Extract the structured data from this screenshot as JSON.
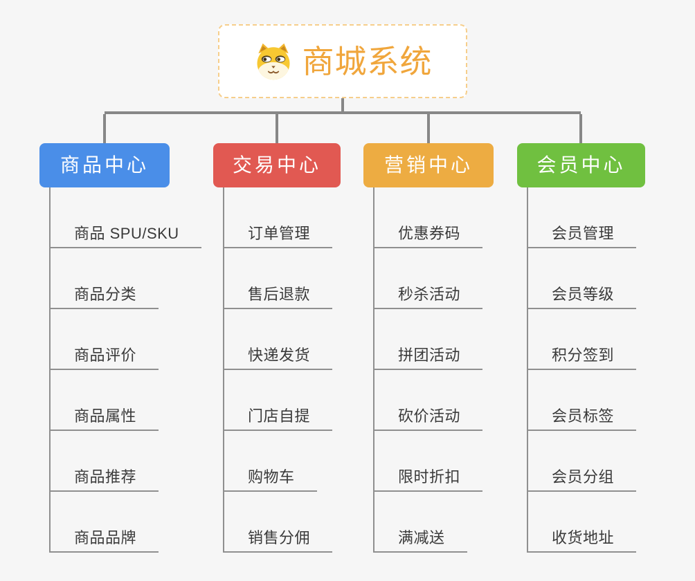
{
  "root": {
    "title": "商城系统",
    "icon": "dog-logo-icon",
    "accent_color": "#f0a63c",
    "border_color": "#f6ce8b"
  },
  "connector_color": "#878787",
  "branches": [
    {
      "label": "商品中心",
      "color": "#4a8ee8",
      "children": [
        "商品 SPU/SKU",
        "商品分类",
        "商品评价",
        "商品属性",
        "商品推荐",
        "商品品牌"
      ]
    },
    {
      "label": "交易中心",
      "color": "#e15952",
      "children": [
        "订单管理",
        "售后退款",
        "快递发货",
        "门店自提",
        "购物车",
        "销售分佣"
      ]
    },
    {
      "label": "营销中心",
      "color": "#edac42",
      "children": [
        "优惠券码",
        "秒杀活动",
        "拼团活动",
        "砍价活动",
        "限时折扣",
        "满减送"
      ]
    },
    {
      "label": "会员中心",
      "color": "#70c040",
      "children": [
        "会员管理",
        "会员等级",
        "积分签到",
        "会员标签",
        "会员分组",
        "收货地址"
      ]
    }
  ]
}
